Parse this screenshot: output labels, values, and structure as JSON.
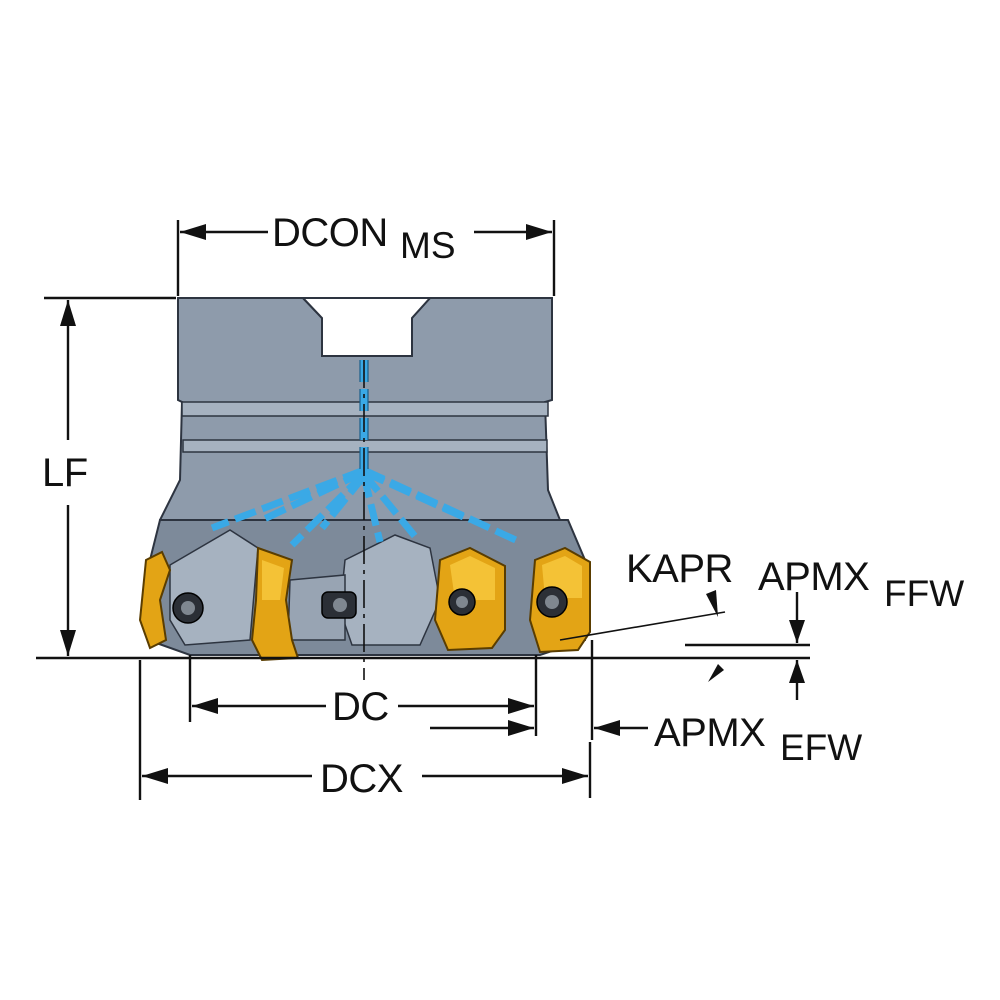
{
  "labels": {
    "dcon": "DCON",
    "dcon_sub": "MS",
    "lf": "LF",
    "kapr": "KAPR",
    "apmx_ffw": "APMX",
    "apmx_ffw_sub": "FFW",
    "dc": "DC",
    "apmx_efw": "APMX",
    "apmx_efw_sub": "EFW",
    "dcx": "DCX"
  },
  "colors": {
    "tool_body": "#8e9bab",
    "insert": "#e3a415",
    "coolant": "#3aa9e6",
    "dimension_lines": "#111111"
  }
}
